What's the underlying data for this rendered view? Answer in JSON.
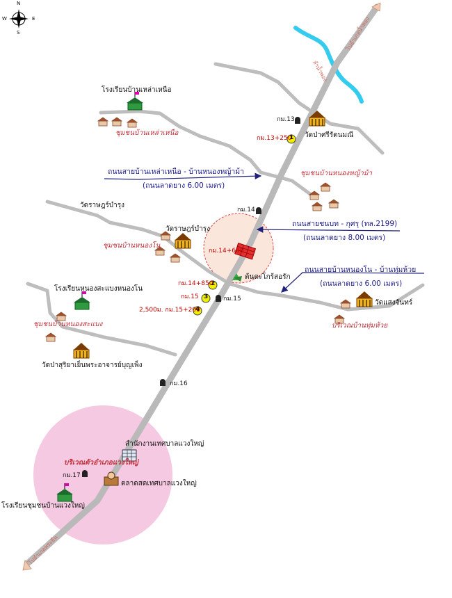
{
  "compass": {
    "n": "N",
    "s": "S",
    "w": "W",
    "e": "E"
  },
  "colors": {
    "main_road": "#b9b9b9",
    "side_road": "#bdbdbd",
    "river": "#33ccee",
    "target_circle": "#fbe6dc",
    "target_circle_stroke": "#d44",
    "town_circle": "#f6c9e2",
    "pointer_arrow": "#22227a",
    "marker_fill": "#f2ee00",
    "label_red": "#c00000"
  },
  "road_ends": {
    "top": "ไปอำเภอน้ำพอง",
    "bottom": "ไปอำเภอพระยืน"
  },
  "river_name": "ลำน้ำพอง",
  "places": {
    "school_north": "โรงเรียนบ้านเหล่าเหนือ",
    "community_north": "ชุมชนบ้านเหล่าเหนือ",
    "km13": "กม.13",
    "wat_sri": "วัดป่าศรีรัตนมณี",
    "km13250": "กม.13+250",
    "road1_name": "ถนนสายบ้านเหล่าเหนือ - บ้านหนองหญ้าม้า",
    "road1_spec": "(ถนนลาดยาง 6.00 เมตร)",
    "community_nongya": "ชุมชนบ้านหนองหญ้าม้า",
    "wat_rat_left": "วัดราษฎร์บำรุง",
    "km14": "กม.14",
    "wat_rat": "วัดราษฎร์บำรุง",
    "road2_name": "ถนนสายชนบท - กุศรุ (ทล.2199)",
    "road2_spec": "(ถนนลาดยาง 8.00 เมตร)",
    "community_nongnon": "ชุมชนบ้านหนองโน",
    "km14600": "กม.14+600",
    "tree": "ต้นตะโกร้สอรัก",
    "road3_name": "ถนนสายบ้านหนองโน - บ้านทุ่มห้วย",
    "road3_spec": "(ถนนลาดยาง 6.00 เมตร)",
    "km14850": "กม.14+850",
    "km15_marker": "กม.15",
    "km15_post": "กม.15",
    "dist": "2,500ม. กม.15+200",
    "school_nongsa": "โรงเรียนหนองสะแบงหนองโน",
    "community_nongsa": "ชุมชนบ้านหนองสะแบง",
    "wat_sang": "วัดแสงจันทร์",
    "area_thumhuai": "บริเวณบ้านทุ่มห้วย",
    "wat_pa": "วัดป่าสุริยาเย็นพระอาจารย์บุญเพ็ง",
    "km16": "กม.16",
    "office": "สำนักงานเทศบาลแวงใหญ่",
    "area_district": "บริเวณตัวอำเภอแวงใหญ่",
    "km17": "กม.17",
    "market": "ตลาดสดเทศบาลแวงใหญ่",
    "school_town": "โรงเรียนชุมชนบ้านแวงใหญ่"
  },
  "markers": {
    "m1": "1",
    "m2": "2",
    "m3": "3",
    "m4": "4"
  }
}
